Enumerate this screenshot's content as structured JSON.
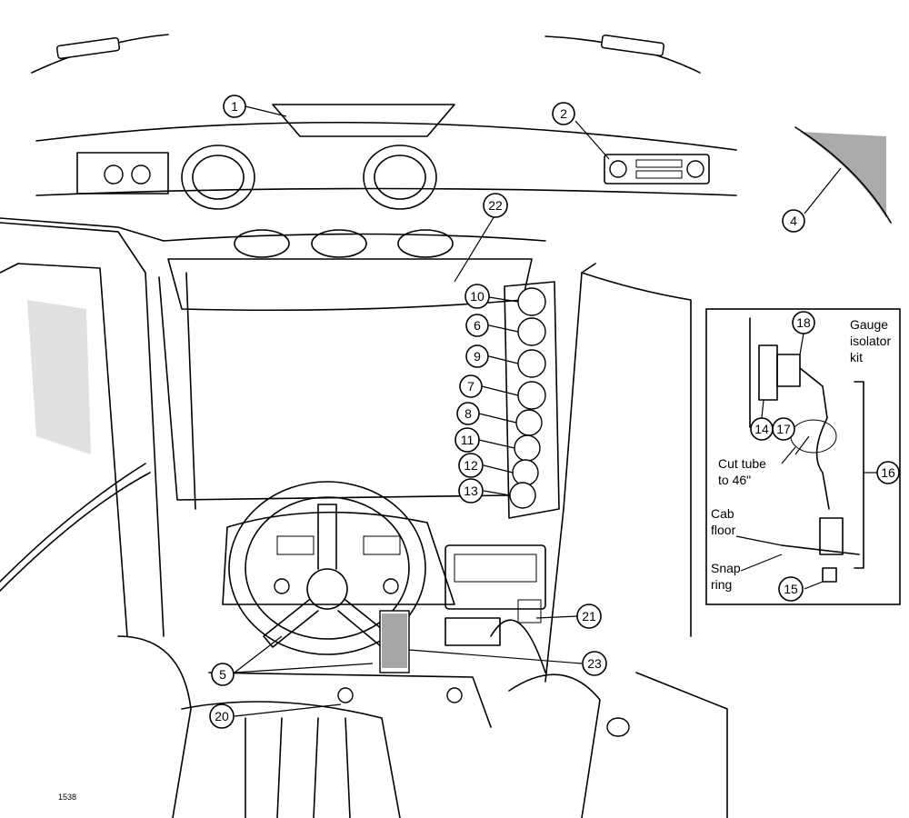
{
  "callouts": [
    "1",
    "2",
    "4",
    "22",
    "10",
    "6",
    "9",
    "7",
    "8",
    "11",
    "12",
    "13",
    "5",
    "20",
    "21",
    "23",
    "18",
    "14",
    "17",
    "16",
    "15"
  ],
  "inset": {
    "title_lines": [
      "Gauge",
      "isolator",
      "kit"
    ],
    "cut_tube_lines": [
      "Cut tube",
      "to 46\""
    ],
    "cab_floor_lines": [
      "Cab",
      "floor"
    ],
    "snap_ring_lines": [
      "Snap",
      "ring"
    ]
  },
  "figure_number": "1538"
}
